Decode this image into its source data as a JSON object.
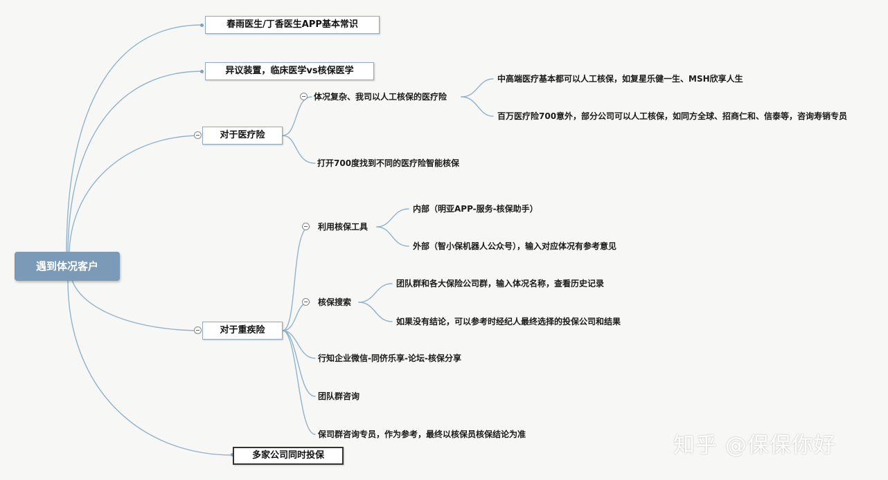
{
  "root": {
    "label": "遇到体况客户"
  },
  "branches": {
    "b1": {
      "label": "春雨医生/丁香医生APP基本常识"
    },
    "b2": {
      "label": "异议装置，临床医学vs核保医学"
    },
    "b3": {
      "label": "对于医疗险",
      "c1": {
        "label": "体况复杂、我司以人工核保的医疗险",
        "items": [
          "中高端医疗基本都可以人工核保，如复星乐健一生、MSH欣享人生",
          "百万医疗险700意外，部分公司可以人工核保，如同方全球、招商仁和、信泰等，咨询寿销专员"
        ]
      },
      "c2": {
        "label": "打开700度找到不同的医疗险智能核保"
      }
    },
    "b4": {
      "label": "对于重疾险",
      "c1": {
        "label": "利用核保工具",
        "items": [
          "内部（明亚APP-服务-核保助手）",
          "外部（智小保机器人公众号），输入对应体况有参考意见"
        ]
      },
      "c2": {
        "label": "核保搜索",
        "items": [
          "团队群和各大保险公司群，输入体况名称，查看历史记录",
          "如果没有结论，可以参考时经纪人最终选择的投保公司和结果"
        ]
      },
      "c3": {
        "label": "行知企业微信-同侪乐享-论坛-核保分享"
      },
      "c4": {
        "label": "团队群咨询"
      },
      "c5": {
        "label": "保司群咨询专员，作为参考，最终以核保员核保结论为准"
      }
    },
    "b5": {
      "label": "多家公司同时投保"
    }
  },
  "watermark": {
    "text": "知乎 @保保你好"
  },
  "colors": {
    "connector": "#8fb3cc",
    "root_fill": "#7a9ab8",
    "box_border": "#8fa9bf"
  }
}
